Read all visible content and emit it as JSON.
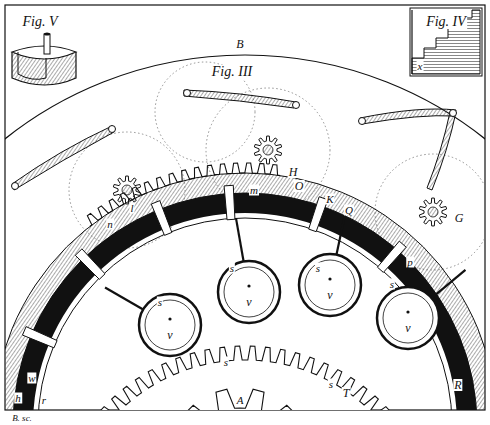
{
  "diagram": {
    "labels": [
      "Fig. V",
      "Fig. IV",
      "x",
      "B",
      "Fig. III",
      "H",
      "G",
      "O",
      "K",
      "m",
      "n",
      "l",
      "Q",
      "s",
      "s",
      "s",
      "s",
      "v",
      "v",
      "v",
      "v",
      "p",
      "w",
      "h",
      "r",
      "R",
      "T",
      "s",
      "s",
      "A",
      "B. sc."
    ]
  }
}
